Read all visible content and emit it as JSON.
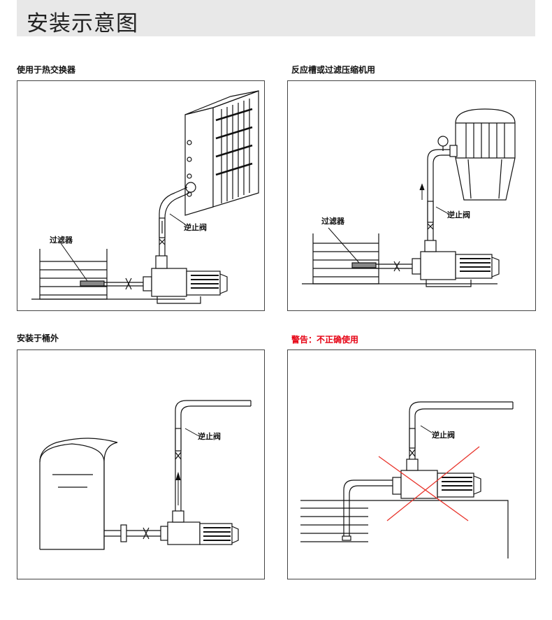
{
  "header": {
    "title": "安装示意图"
  },
  "panels": [
    {
      "caption": "使用于热交换器",
      "callouts": {
        "filter": "过滤器",
        "check_valve": "逆止阀"
      }
    },
    {
      "caption": "反应槽或过滤压缩机用",
      "callouts": {
        "filter": "过滤器",
        "check_valve": "逆止阀"
      }
    },
    {
      "caption": "安装于桶外",
      "callouts": {
        "check_valve": "逆止阀"
      }
    },
    {
      "caption": "警告：不正确使用",
      "callouts": {
        "check_valve": "逆止阀"
      }
    }
  ],
  "colors": {
    "warning": "#e60012",
    "banner": "#e8e8e8",
    "line": "#111111"
  }
}
